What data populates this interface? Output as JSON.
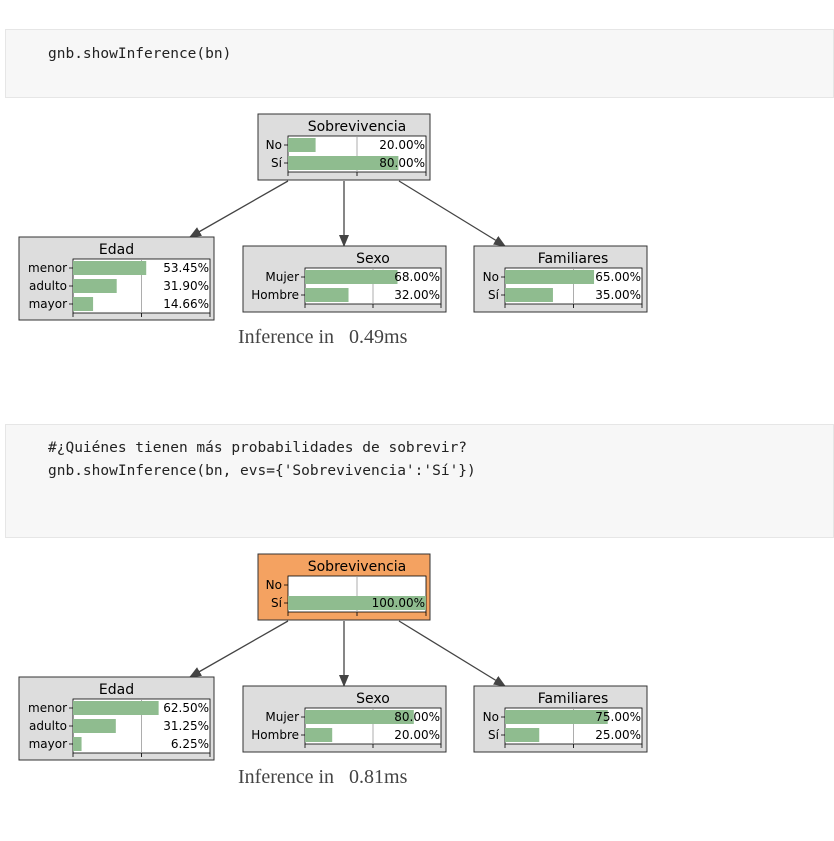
{
  "cells": [
    {
      "code_lines": [
        "gnb.showInference(bn)"
      ],
      "inference_text": "Inference in   0.49ms",
      "nodes": {
        "Sobrevivencia": {
          "title": "Sobrevivencia",
          "evidence": false,
          "states": [
            "No",
            "Sí"
          ],
          "values": [
            0.2,
            0.8
          ],
          "labels": [
            "20.00%",
            "80.00%"
          ]
        },
        "Edad": {
          "title": "Edad",
          "evidence": false,
          "states": [
            "menor",
            "adulto",
            "mayor"
          ],
          "values": [
            0.5345,
            0.319,
            0.1466
          ],
          "labels": [
            "53.45%",
            "31.90%",
            "14.66%"
          ]
        },
        "Sexo": {
          "title": "Sexo",
          "evidence": false,
          "states": [
            "Mujer",
            "Hombre"
          ],
          "values": [
            0.68,
            0.32
          ],
          "labels": [
            "68.00%",
            "32.00%"
          ]
        },
        "Familiares": {
          "title": "Familiares",
          "evidence": false,
          "states": [
            "No",
            "Sí"
          ],
          "values": [
            0.65,
            0.35
          ],
          "labels": [
            "65.00%",
            "35.00%"
          ]
        }
      }
    },
    {
      "code_lines": [
        "#¿Quiénes tienen más probabilidades de sobrevir?",
        "gnb.showInference(bn, evs={'Sobrevivencia':'Sí'})"
      ],
      "inference_text": "Inference in   0.81ms",
      "nodes": {
        "Sobrevivencia": {
          "title": "Sobrevivencia",
          "evidence": true,
          "states": [
            "No",
            "Sí"
          ],
          "values": [
            0.0,
            1.0
          ],
          "labels": [
            "",
            "100.00%"
          ]
        },
        "Edad": {
          "title": "Edad",
          "evidence": false,
          "states": [
            "menor",
            "adulto",
            "mayor"
          ],
          "values": [
            0.625,
            0.3125,
            0.0625
          ],
          "labels": [
            "62.50%",
            "31.25%",
            "6.25%"
          ]
        },
        "Sexo": {
          "title": "Sexo",
          "evidence": false,
          "states": [
            "Mujer",
            "Hombre"
          ],
          "values": [
            0.8,
            0.2
          ],
          "labels": [
            "80.00%",
            "20.00%"
          ]
        },
        "Familiares": {
          "title": "Familiares",
          "evidence": false,
          "states": [
            "No",
            "Sí"
          ],
          "values": [
            0.75,
            0.25
          ],
          "labels": [
            "75.00%",
            "25.00%"
          ]
        }
      }
    }
  ],
  "colors": {
    "node_fill": "#dddddd",
    "evidence_fill": "#f4a261",
    "bar": "#8fbc8f",
    "edge": "#444444"
  }
}
